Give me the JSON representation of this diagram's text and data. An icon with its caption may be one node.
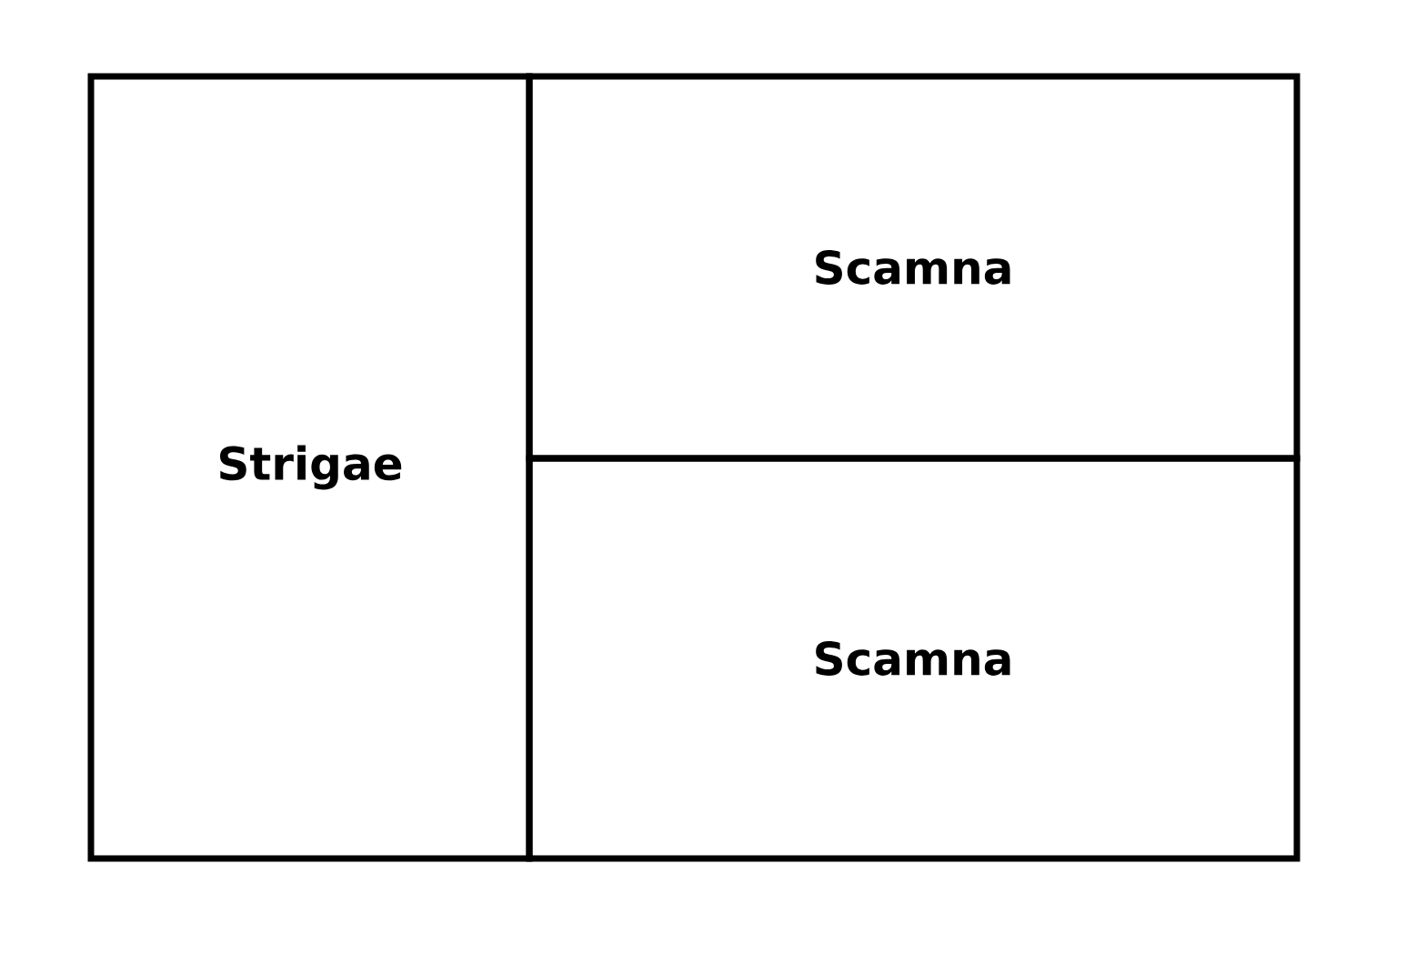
{
  "diagram": {
    "nodes": [
      {
        "text": [
          "Strigae"
        ]
      },
      {
        "text": [
          "Scamna"
        ]
      },
      {
        "text": [
          "Scamna"
        ]
      }
    ]
  }
}
